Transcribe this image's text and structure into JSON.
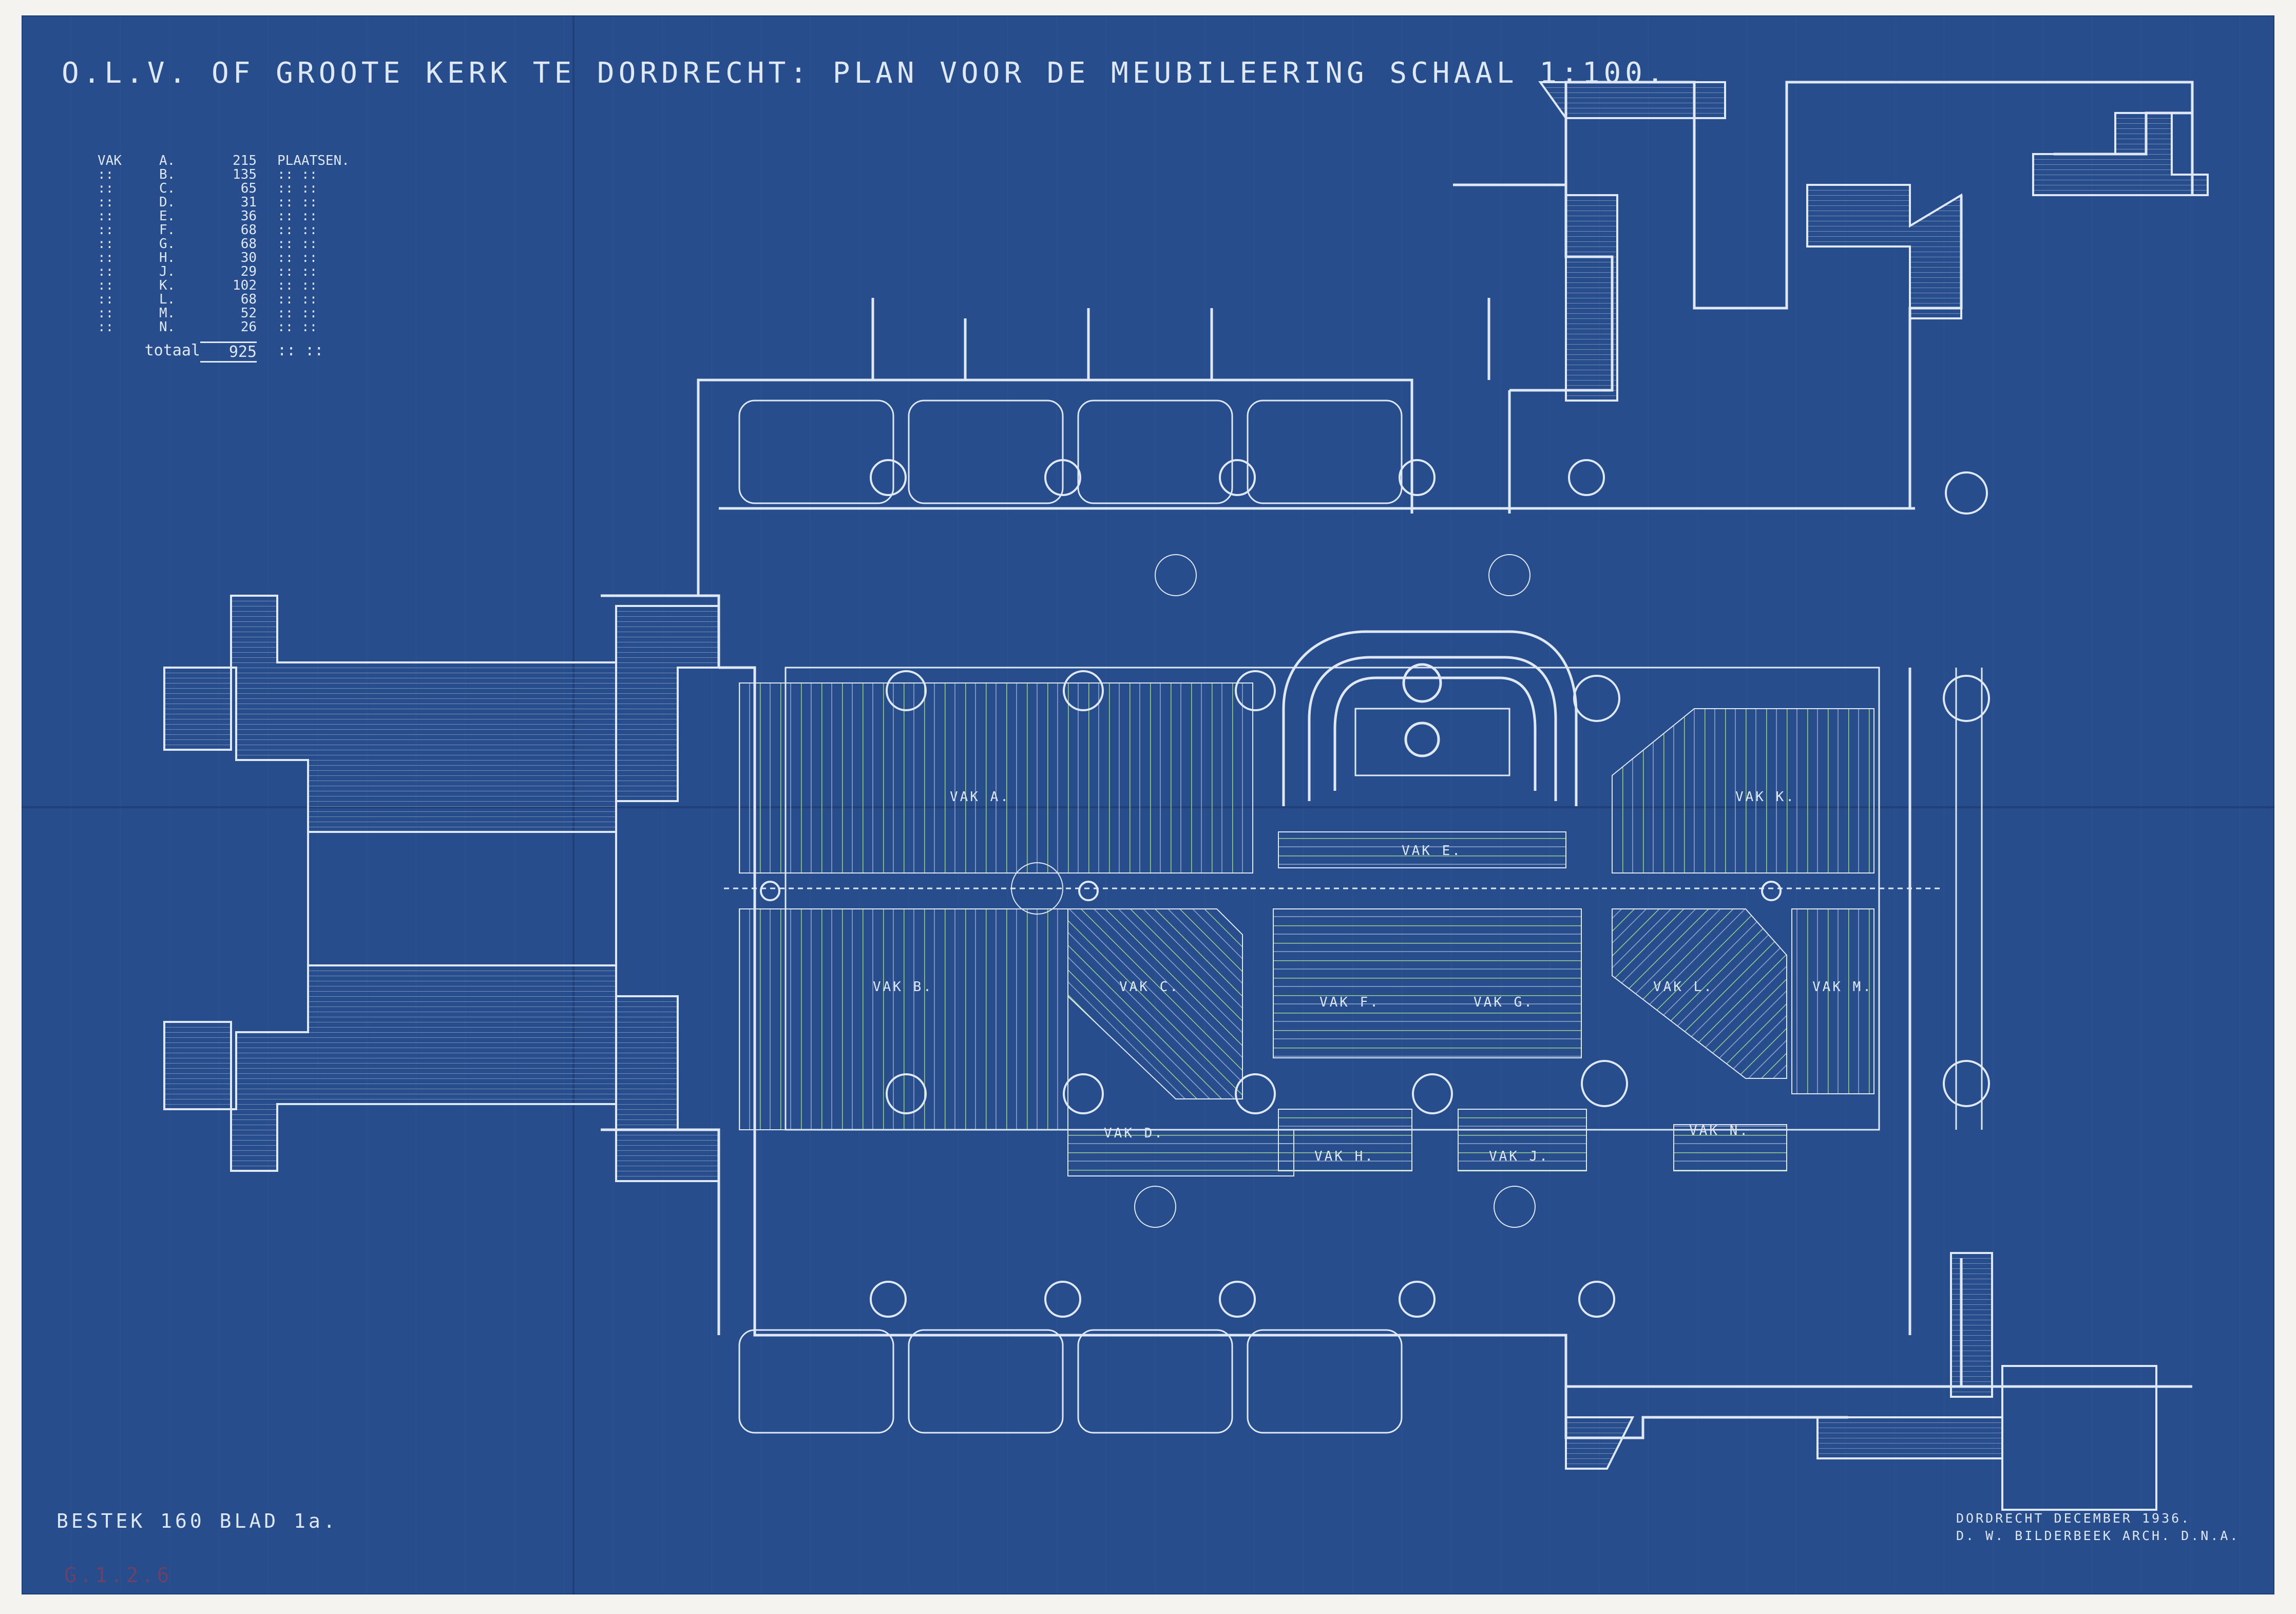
{
  "title": "O.L.V. OF GROOTE KERK TE DORDRECHT: PLAN VOOR DE MEUBILEERING SCHAAL 1:100.",
  "seat_table": {
    "header": {
      "col_vak": "VAK",
      "col_places": "PLAATSEN."
    },
    "rows": [
      {
        "prefix": "VAK",
        "section": "A.",
        "count": "215",
        "suffix": "PLAATSEN."
      },
      {
        "prefix": "::",
        "section": "B.",
        "count": "135",
        "suffix": ":: ::"
      },
      {
        "prefix": "::",
        "section": "C.",
        "count": "65",
        "suffix": ":: ::"
      },
      {
        "prefix": "::",
        "section": "D.",
        "count": "31",
        "suffix": ":: ::"
      },
      {
        "prefix": "::",
        "section": "E.",
        "count": "36",
        "suffix": ":: ::"
      },
      {
        "prefix": "::",
        "section": "F.",
        "count": "68",
        "suffix": ":: ::"
      },
      {
        "prefix": "::",
        "section": "G.",
        "count": "68",
        "suffix": ":: ::"
      },
      {
        "prefix": "::",
        "section": "H.",
        "count": "30",
        "suffix": ":: ::"
      },
      {
        "prefix": "::",
        "section": "J.",
        "count": "29",
        "suffix": ":: ::"
      },
      {
        "prefix": "::",
        "section": "K.",
        "count": "102",
        "suffix": ":: ::"
      },
      {
        "prefix": "::",
        "section": "L.",
        "count": "68",
        "suffix": ":: ::"
      },
      {
        "prefix": "::",
        "section": "M.",
        "count": "52",
        "suffix": ":: ::"
      },
      {
        "prefix": "::",
        "section": "N.",
        "count": "26",
        "suffix": ":: ::"
      }
    ],
    "total_label": "totaal",
    "total_value": "925",
    "total_suffix": ":: ::"
  },
  "section_labels": {
    "a": "VAK A.",
    "b": "VAK B.",
    "c": "VAK C.",
    "d": "VAK D.",
    "e": "VAK E.",
    "f": "VAK F.",
    "g": "VAK G.",
    "h": "VAK H.",
    "j": "VAK J.",
    "k": "VAK K.",
    "l": "VAK L.",
    "m": "VAK M.",
    "n": "VAK N."
  },
  "footer_left": "BESTEK 160 BLAD 1a.",
  "footer_right_line1": "DORDRECHT DECEMBER 1936.",
  "footer_right_line2": "D. W. BILDERBEEK ARCH. D.N.A.",
  "stamp": "G.1.2.6",
  "colors": {
    "paper": "#274d8c",
    "line": "#dfe8f7",
    "pew_green": "#9fcf8f",
    "pew_red": "#c47a7a",
    "margin": "#f4f3ef"
  }
}
